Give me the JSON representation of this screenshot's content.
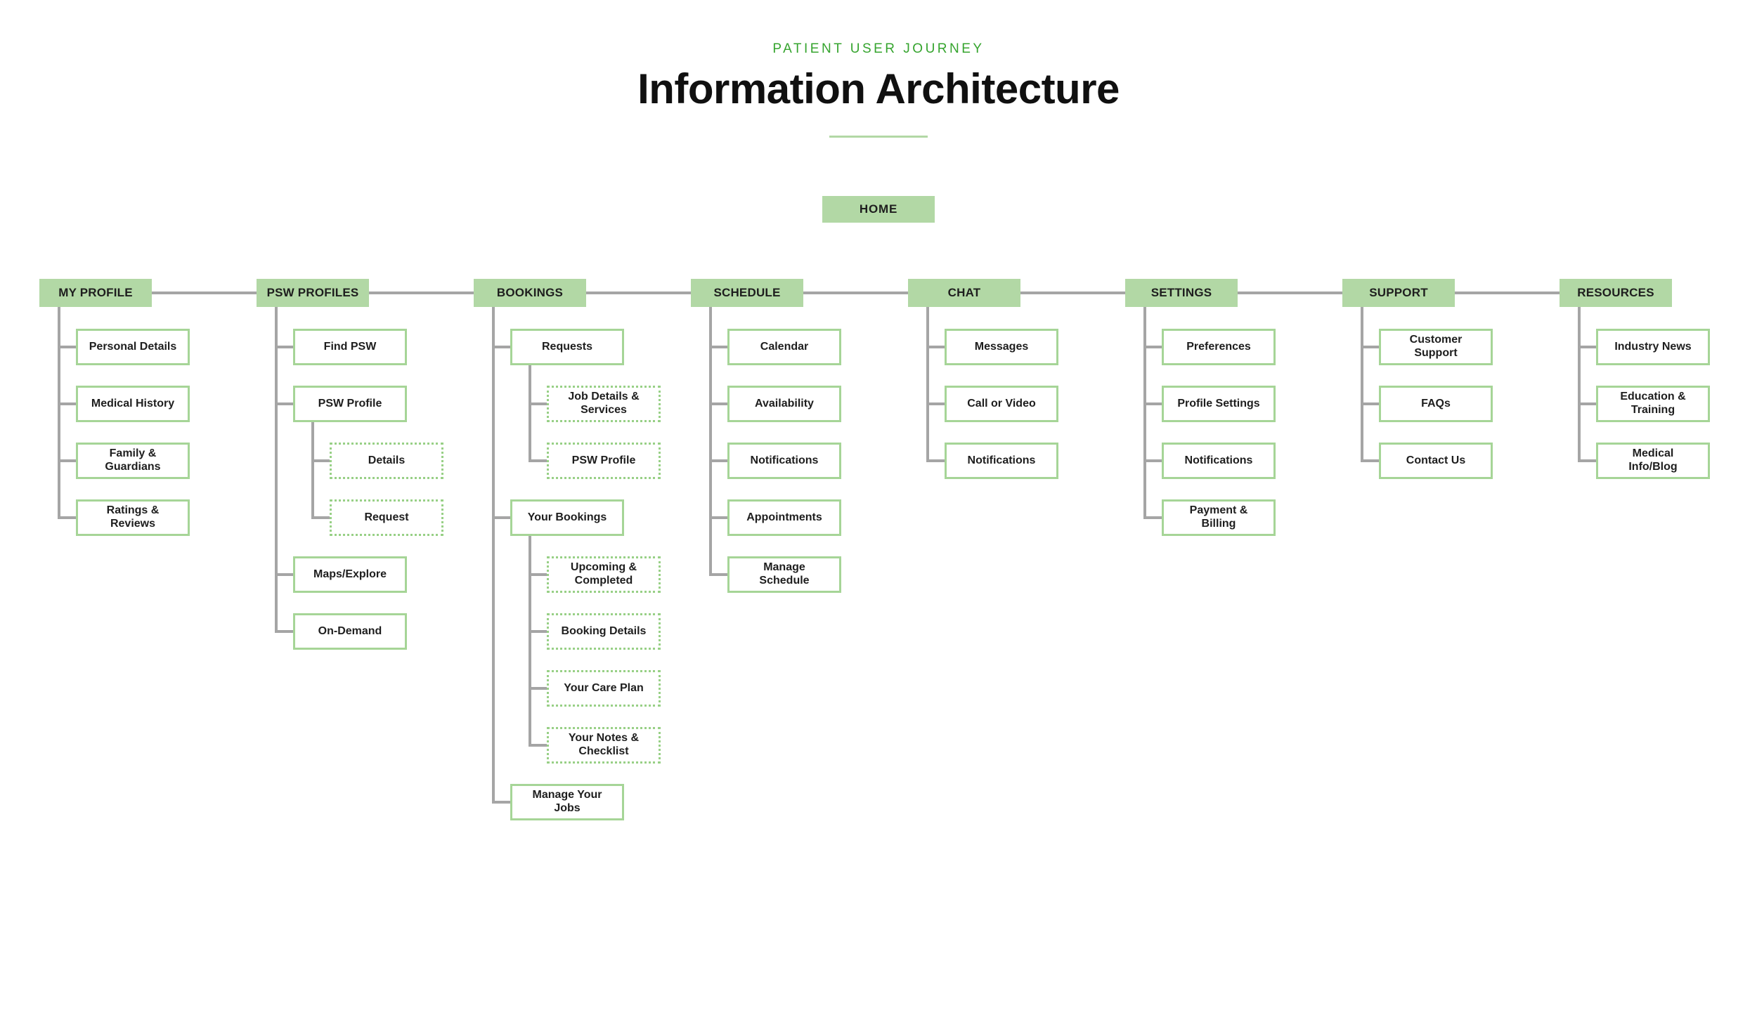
{
  "header": {
    "eyebrow": "PATIENT USER JOURNEY",
    "title": "Information Architecture"
  },
  "home": {
    "label": "HOME"
  },
  "colors": {
    "accent_green": "#35a42e",
    "node_fill_green": "#b2d8a5",
    "node_border_green": "#a6d597",
    "dotted_border_green": "#98d086",
    "connector_gray": "#a5a5a5"
  },
  "tree": {
    "branches": [
      {
        "label": "MY PROFILE",
        "children": [
          {
            "label": "Personal Details",
            "variant": "solid",
            "level": 1
          },
          {
            "label": "Medical History",
            "variant": "solid",
            "level": 1
          },
          {
            "label": "Family &\nGuardians",
            "variant": "solid",
            "level": 1
          },
          {
            "label": "Ratings &\nReviews",
            "variant": "solid",
            "level": 1
          }
        ]
      },
      {
        "label": "PSW PROFILES",
        "children": [
          {
            "label": "Find PSW",
            "variant": "solid",
            "level": 1
          },
          {
            "label": "PSW Profile",
            "variant": "solid",
            "level": 1
          },
          {
            "label": "Details",
            "variant": "dotted",
            "level": 2
          },
          {
            "label": "Request",
            "variant": "dotted",
            "level": 2
          },
          {
            "label": "Maps/Explore",
            "variant": "solid",
            "level": 1
          },
          {
            "label": "On-Demand",
            "variant": "solid",
            "level": 1
          }
        ]
      },
      {
        "label": "BOOKINGS",
        "children": [
          {
            "label": "Requests",
            "variant": "solid",
            "level": 1
          },
          {
            "label": "Job Details &\nServices",
            "variant": "dotted",
            "level": 2
          },
          {
            "label": "PSW Profile",
            "variant": "dotted",
            "level": 2
          },
          {
            "label": "Your Bookings",
            "variant": "solid",
            "level": 1
          },
          {
            "label": "Upcoming &\nCompleted",
            "variant": "dotted",
            "level": 2
          },
          {
            "label": "Booking Details",
            "variant": "dotted",
            "level": 2
          },
          {
            "label": "Your Care Plan",
            "variant": "dotted",
            "level": 2
          },
          {
            "label": "Your Notes &\nChecklist",
            "variant": "dotted",
            "level": 2
          },
          {
            "label": "Manage Your\nJobs",
            "variant": "solid",
            "level": 1
          }
        ]
      },
      {
        "label": "SCHEDULE",
        "children": [
          {
            "label": "Calendar",
            "variant": "solid",
            "level": 1
          },
          {
            "label": "Availability",
            "variant": "solid",
            "level": 1
          },
          {
            "label": "Notifications",
            "variant": "solid",
            "level": 1
          },
          {
            "label": "Appointments",
            "variant": "solid",
            "level": 1
          },
          {
            "label": "Manage\nSchedule",
            "variant": "solid",
            "level": 1
          }
        ]
      },
      {
        "label": "CHAT",
        "children": [
          {
            "label": "Messages",
            "variant": "solid",
            "level": 1
          },
          {
            "label": "Call or Video",
            "variant": "solid",
            "level": 1
          },
          {
            "label": "Notifications",
            "variant": "solid",
            "level": 1
          }
        ]
      },
      {
        "label": "SETTINGS",
        "children": [
          {
            "label": "Preferences",
            "variant": "solid",
            "level": 1
          },
          {
            "label": "Profile Settings",
            "variant": "solid",
            "level": 1
          },
          {
            "label": "Notifications",
            "variant": "solid",
            "level": 1
          },
          {
            "label": "Payment &\nBilling",
            "variant": "solid",
            "level": 1
          }
        ]
      },
      {
        "label": "SUPPORT",
        "children": [
          {
            "label": "Customer\nSupport",
            "variant": "solid",
            "level": 1
          },
          {
            "label": "FAQs",
            "variant": "solid",
            "level": 1
          },
          {
            "label": "Contact Us",
            "variant": "solid",
            "level": 1
          }
        ]
      },
      {
        "label": "RESOURCES",
        "children": [
          {
            "label": "Industry News",
            "variant": "solid",
            "level": 1
          },
          {
            "label": "Education &\nTraining",
            "variant": "solid",
            "level": 1
          },
          {
            "label": "Medical\nInfo/Blog",
            "variant": "solid",
            "level": 1
          }
        ]
      }
    ]
  }
}
